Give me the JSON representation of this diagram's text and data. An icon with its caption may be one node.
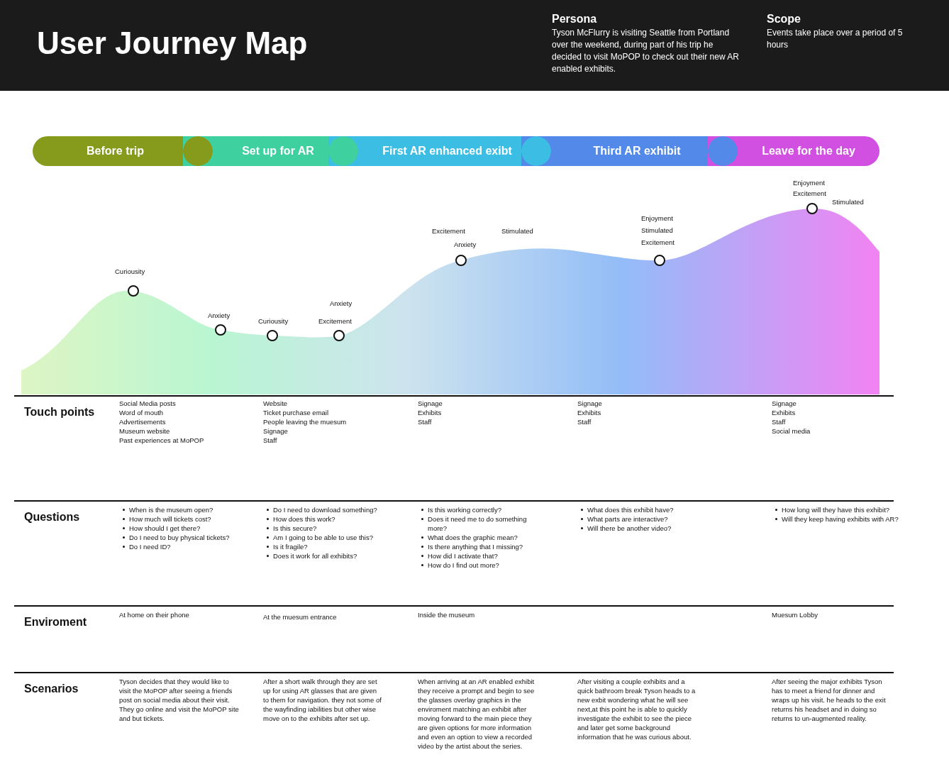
{
  "diagram": {
    "title": "User Journey Map",
    "nodes": [
      {
        "text": [
          "Before trip"
        ]
      },
      {
        "text": [
          "Set up for AR"
        ]
      },
      {
        "text": [
          "First AR enhanced exibt"
        ]
      },
      {
        "text": [
          "Third AR exhibit"
        ]
      },
      {
        "text": [
          "Leave for the day"
        ]
      },
      {
        "text": [],
        "shape": "circle",
        "beside": [
          "Curiousity"
        ]
      },
      {
        "text": [],
        "shape": "circle",
        "beside": [
          "Anxiety"
        ]
      },
      {
        "text": [],
        "shape": "circle",
        "beside": [
          "Curiousity"
        ]
      },
      {
        "text": [],
        "shape": "circle",
        "beside": [
          "Anxiety",
          "Excitement"
        ]
      },
      {
        "text": [],
        "shape": "circle",
        "beside": [
          "Excitement",
          "Anxiety",
          "Stimulated"
        ]
      },
      {
        "text": [],
        "shape": "circle",
        "beside": [
          "Enjoyment",
          "Stimulated",
          "Excitement"
        ]
      },
      {
        "text": [],
        "shape": "circle",
        "beside": [
          "Enjoyment",
          "Excitement",
          "Stimulated"
        ]
      }
    ],
    "labels": [
      "Persona",
      "Tyson McFlurry is visiting Seattle from Portland over the weekend, during part of his trip he decided to visit MoPOP to check out their new AR enabled exhibits.",
      "Scope",
      "Events take place over a period of 5 hours",
      "Touch points",
      "Social Media posts",
      "Word of mouth",
      "Advertisements",
      "Museum website",
      "Past experiences at MoPOP",
      "Website",
      "Ticket purchase email",
      "People leaving the muesum",
      "Signage",
      "Staff",
      "Signage",
      "Exhibits",
      "Staff",
      "Signage",
      "Exhibits",
      "Staff",
      "Signage",
      "Exhibits",
      "Staff",
      "Social media",
      "Questions",
      "When is the museum open?",
      "How much will tickets cost?",
      "How should I get there?",
      "Do I need to buy physical tickets?",
      "Do I need ID?",
      "Do I need to download something?",
      "How does this work?",
      "Is this secure?",
      "Am I going to be able to use this?",
      "Is it fragile?",
      "Does it work for all exhibits?",
      "Is this working correctly?",
      "Does it need me to do something more?",
      "What does the graphic mean?",
      "Is there anything that I missing?",
      "How did I activate that?",
      "How do I find out more?",
      "What does this exhibit have?",
      "What parts are interactive?",
      "Will there be another video?",
      "How long will they have this exhibit?",
      "Will they keep having exhibits with AR?",
      "Enviroment",
      "At home on their phone",
      "At the muesum entrance",
      "Inside the museum",
      "Muesum Lobby",
      "Scenarios",
      "Tyson decides that they would like to visit the MoPOP after seeing a friends post on social media about their visit. They go online and visit the MoPOP site and but tickets.",
      "After a short walk through they are set up for using AR glasses that are given to them for navigation. they not some of the wayfinding iabilities but other wise move on to the  exhibits after set up.",
      "When arriving at an AR enabled exhibit they receive a prompt and begin to see the glasses overlay graphics in the enviroment matching an exhibit after moving forward to the main piece they are given options for more information and even an option to view a recorded video by the artist about the series.",
      "After visiting a couple exhibits and a quick bathroom break Tyson heads to a new exbit wondering what he will see next,at this point he is able to quickly investigate the exhibit to see the piece and later get some background information that he was curious about.",
      "After seeing the major exhibits Tyson has to meet a friend for dinner and wraps up his visit. he heads to the exit returns his headset and in doing so returns to un-augmented reality."
    ]
  }
}
